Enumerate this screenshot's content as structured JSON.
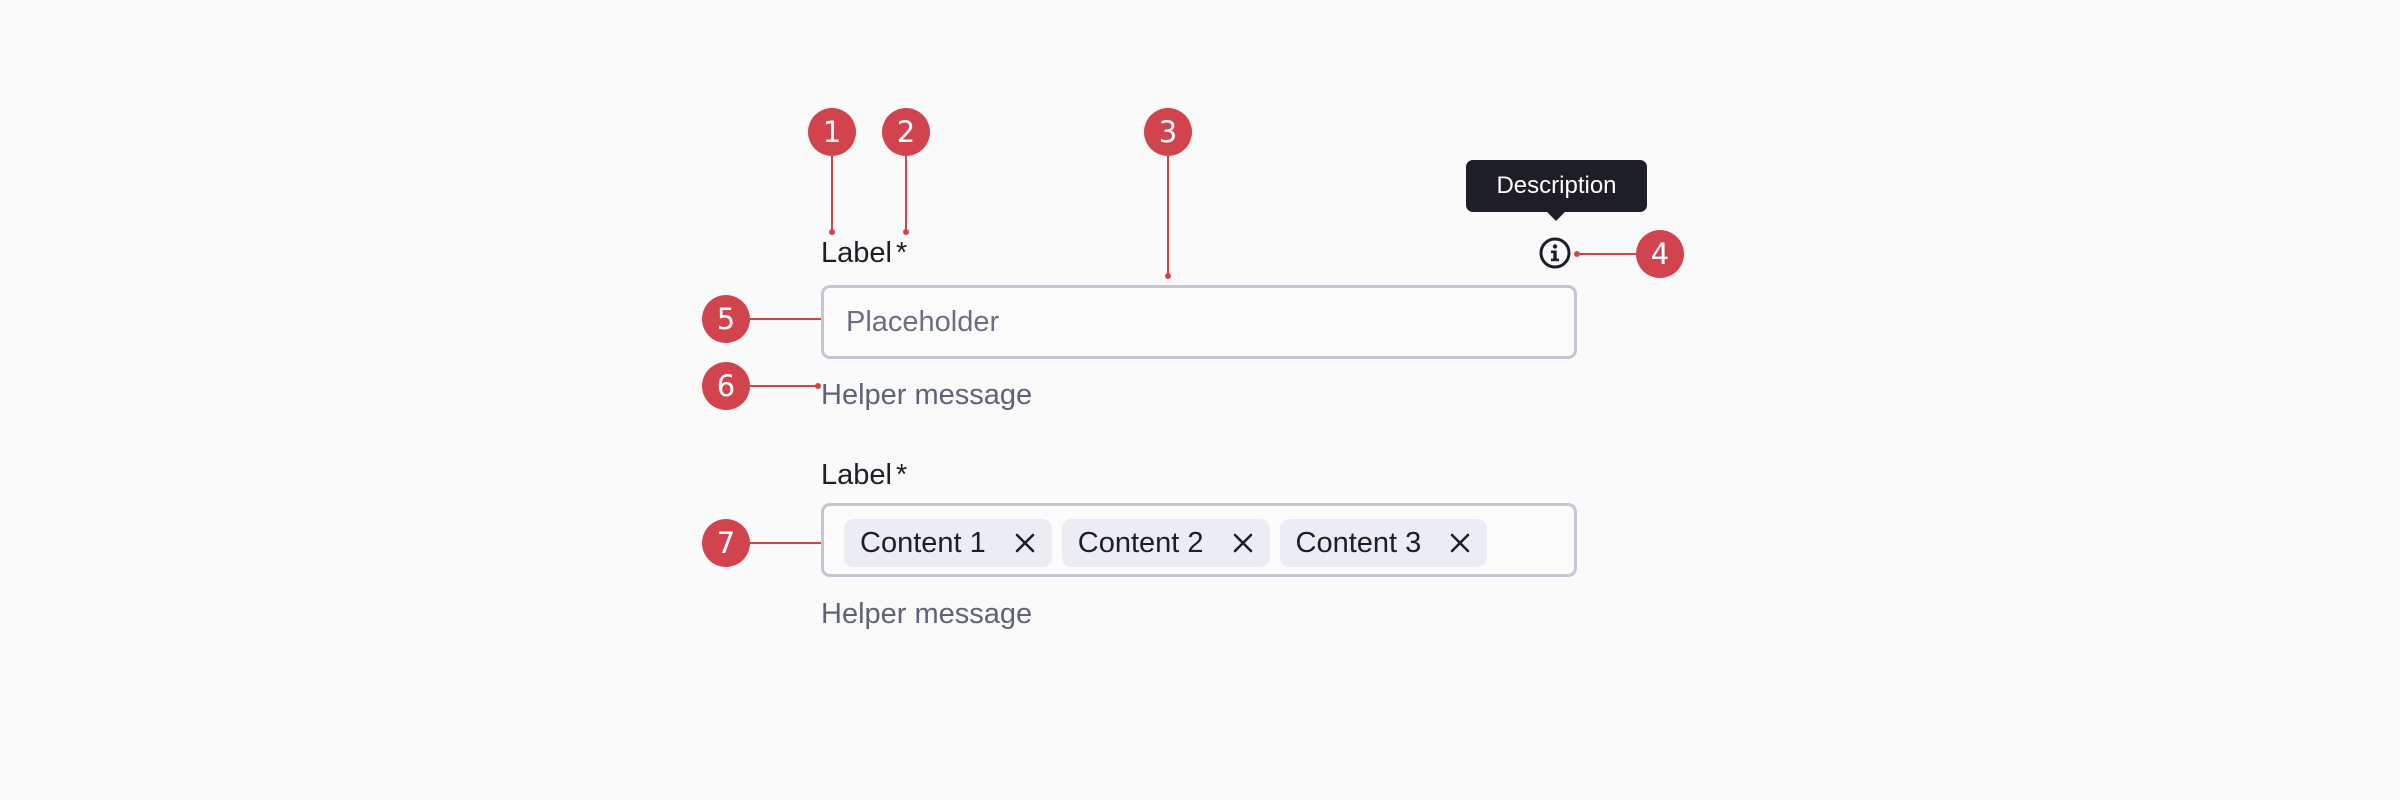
{
  "markers": {
    "m1": "1",
    "m2": "2",
    "m3": "3",
    "m4": "4",
    "m5": "5",
    "m6": "6",
    "m7": "7"
  },
  "tooltip": {
    "text": "Description"
  },
  "info_icon": "info-icon",
  "field1": {
    "label": "Label",
    "required_mark": "*",
    "placeholder": "Placeholder",
    "helper": "Helper message"
  },
  "field2": {
    "label": "Label",
    "required_mark": "*",
    "chips": [
      "Content 1",
      "Content 2",
      "Content 3"
    ],
    "chip_remove_icon": "close-icon",
    "helper": "Helper message"
  },
  "colors": {
    "marker": "#d1444d",
    "tooltip_bg": "#1d1e26",
    "input_border": "#c5c5d4",
    "chip_bg": "#ecedf3"
  }
}
